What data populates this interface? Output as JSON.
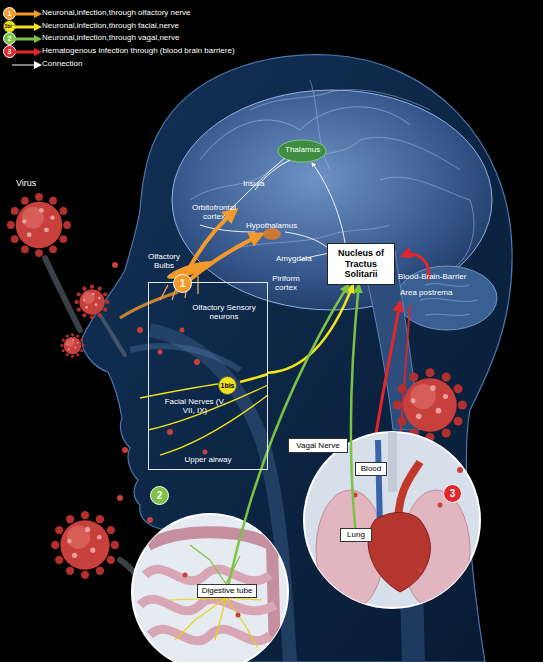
{
  "diagram": {
    "nodes": [
      {
        "text": [
          "Nucleus of Tractus Solitarii"
        ]
      },
      {
        "text": [
          "Upper airway"
        ]
      },
      {
        "text": [
          "Vagal Nerve"
        ]
      },
      {
        "text": [
          "Blood"
        ]
      },
      {
        "text": [
          "Lung"
        ]
      },
      {
        "text": [
          "Digestive tube"
        ]
      }
    ],
    "edges": [
      {
        "from": 1,
        "to": 0,
        "arrow": "to"
      },
      {
        "from": 5,
        "to": 0,
        "arrow": "to"
      },
      {
        "from": 4,
        "to": 0,
        "arrow": "to"
      }
    ],
    "labels": [
      "1",
      "1bis",
      "2",
      "3",
      "Virus",
      "Thalamus",
      "Insula",
      "Orbitofrontal cortex",
      "Hypothalamus",
      "Amygdala",
      "Olfactory Bulbs",
      "Piriform cortex",
      "Blood-Brain-Barrier",
      "Area postrema",
      "1",
      "Olfactory Sensory neurons",
      "1bis",
      "Facial Nerves (V, VII, IX)",
      "2",
      "3"
    ],
    "legend": [
      {
        "text": "Neuronal,infection,through olfactory nerve",
        "color": "#f39a2b"
      },
      {
        "text": "Neuronal,infection,through facial,nerve",
        "color": "#f2e21a"
      },
      {
        "text": "Neuronal,infection,through vagal,nerve",
        "color": "#7dc242"
      },
      {
        "text": "Hematogenous infection through (blood brain barriere)",
        "color": "#e3262b"
      },
      {
        "text": "Connection",
        "color": "#ffffff"
      }
    ]
  }
}
